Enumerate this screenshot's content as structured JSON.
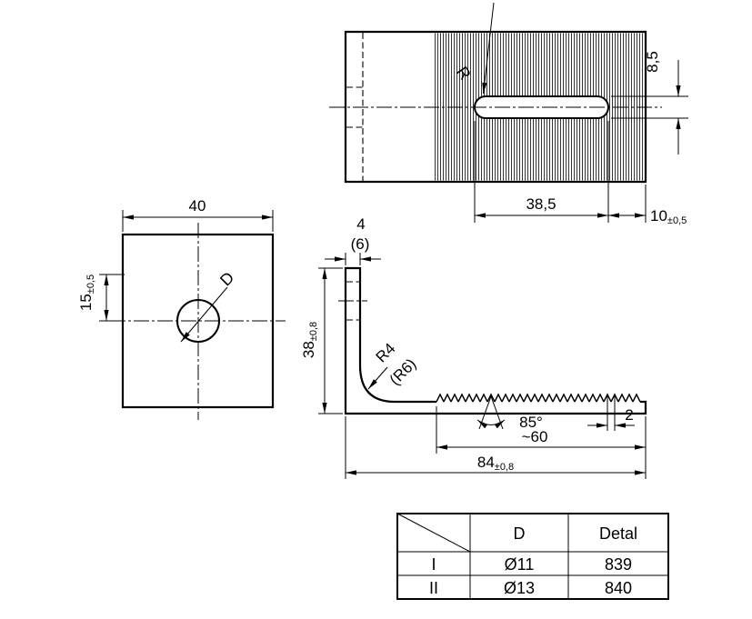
{
  "top_view": {
    "slot_radius_label": "R",
    "dim_slot_height": "8,5",
    "dim_slot_length": "38,5",
    "dim_end_offset": {
      "value": "10",
      "tolerance": "±0,5"
    }
  },
  "front_view": {
    "dim_width": "40",
    "dim_hole_offset": {
      "value": "15",
      "tolerance": "±0,5"
    },
    "hole_label": "D"
  },
  "side_view": {
    "dim_thickness": "4",
    "dim_thickness_alt": "(6)",
    "dim_height": {
      "value": "38",
      "tolerance": "±0,8"
    },
    "fillet_radius": "R4",
    "fillet_radius_alt": "(R6)",
    "tooth_angle": "85°",
    "tooth_pitch": "2",
    "serration_length": "~60",
    "dim_total_length": {
      "value": "84",
      "tolerance": "±0,8"
    }
  },
  "table": {
    "col_d": "D",
    "col_detal": "Detal",
    "rows": [
      {
        "no": "I",
        "d": "Ø11",
        "detal": "839"
      },
      {
        "no": "II",
        "d": "Ø13",
        "detal": "840"
      }
    ]
  }
}
